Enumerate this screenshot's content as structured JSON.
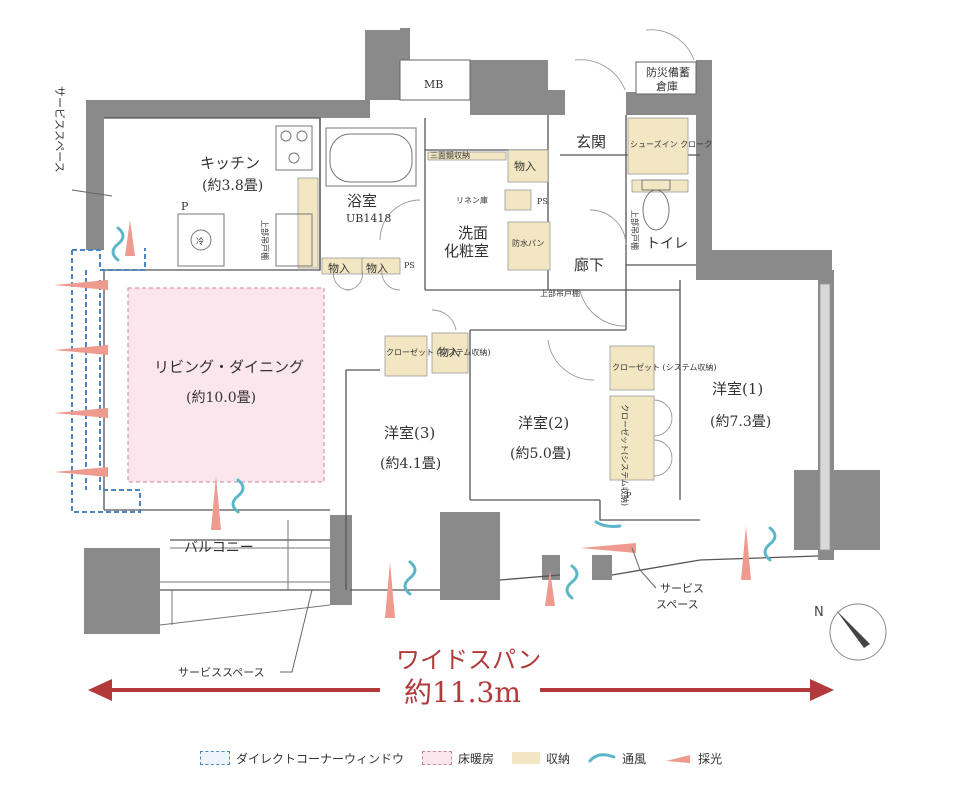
{
  "rooms": {
    "kitchen": {
      "name": "キッチン",
      "size": "(約3.8畳)"
    },
    "bath": {
      "name": "浴室",
      "code": "UB1418"
    },
    "washroom": {
      "name1": "洗面",
      "name2": "化粧室"
    },
    "entrance": "玄関",
    "shoes_closet": "シューズイン\nクローク",
    "hall": "廊下",
    "toilet": "トイレ",
    "living": {
      "name": "リビング・ダイニング",
      "size": "(約10.0畳)"
    },
    "room1": {
      "name": "洋室(1)",
      "size": "(約7.3畳)"
    },
    "room2": {
      "name": "洋室(2)",
      "size": "(約5.0畳)"
    },
    "room3": {
      "name": "洋室(3)",
      "size": "(約4.1畳)"
    },
    "balcony": "バルコニー",
    "mb": "MB",
    "storage_disaster": {
      "line1": "防災備蓄",
      "line2": "倉庫"
    }
  },
  "storage_labels": {
    "monoire": "物入",
    "ps": "PS",
    "p": "P",
    "linen": "リネン庫",
    "waterproof_pan": "防水パン",
    "upper_cabinet": "上部吊戸棚",
    "three_tier": "三面鏡収納",
    "closet_system": "クローゼット\n(システム収納)",
    "closet_vertical": "クローゼット(システム収納)",
    "fridge": "冷"
  },
  "annotations": {
    "service_space_left": "サービススペース",
    "service_space_bottom": "サービススペース",
    "service_space_right_1": "サービス",
    "service_space_right_2": "スペース"
  },
  "wide_span": {
    "label": "ワイドスパン",
    "value": "約11.3m"
  },
  "legend": {
    "corner_window": "ダイレクトコーナーウィンドウ",
    "floor_heating": "床暖房",
    "storage": "収納",
    "ventilation": "通風",
    "daylight": "採光"
  },
  "colors": {
    "wall": "#8a8a8a",
    "storage": "#f3e7c3",
    "floor_heating": "#fbe6ee",
    "window_blue": "#4a86c6",
    "arrow_red": "#b23a3a",
    "light_salmon": "#ee9a8e",
    "wind_teal": "#5bb6c7"
  }
}
